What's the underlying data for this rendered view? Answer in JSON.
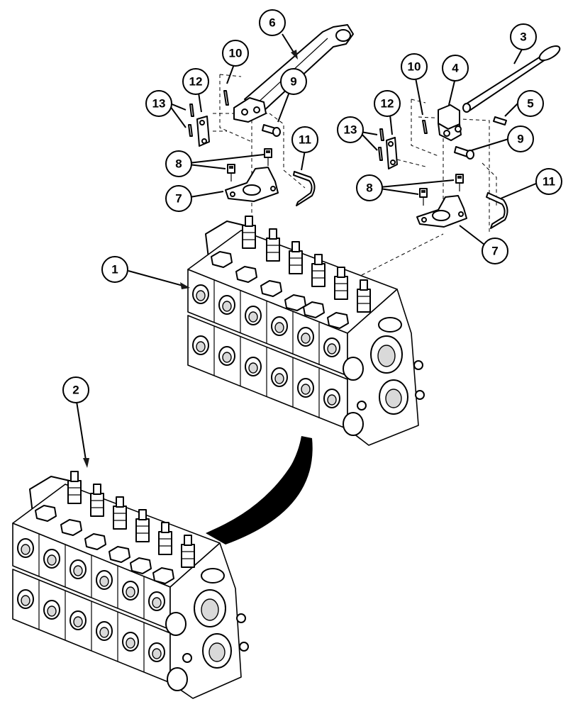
{
  "callouts": [
    {
      "id": "c1",
      "label": "1"
    },
    {
      "id": "c2",
      "label": "2"
    },
    {
      "id": "c3",
      "label": "3"
    },
    {
      "id": "c4",
      "label": "4"
    },
    {
      "id": "c5",
      "label": "5"
    },
    {
      "id": "c6",
      "label": "6"
    },
    {
      "id": "c7a",
      "label": "7"
    },
    {
      "id": "c7b",
      "label": "7"
    },
    {
      "id": "c8a",
      "label": "8"
    },
    {
      "id": "c8b",
      "label": "8"
    },
    {
      "id": "c9a",
      "label": "9"
    },
    {
      "id": "c9b",
      "label": "9"
    },
    {
      "id": "c10a",
      "label": "10"
    },
    {
      "id": "c10b",
      "label": "10"
    },
    {
      "id": "c11a",
      "label": "11"
    },
    {
      "id": "c11b",
      "label": "11"
    },
    {
      "id": "c12a",
      "label": "12"
    },
    {
      "id": "c12b",
      "label": "12"
    },
    {
      "id": "c13a",
      "label": "13"
    },
    {
      "id": "c13b",
      "label": "13"
    }
  ]
}
